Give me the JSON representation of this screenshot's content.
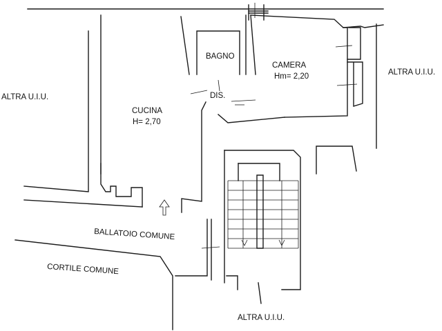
{
  "labels": {
    "altra_left": "ALTRA U.I.U.",
    "altra_right": "ALTRA U.I.U.",
    "altra_bottom": "ALTRA U.I.U.",
    "bagno": "BAGNO",
    "camera": "CAMERA",
    "camera_height": "Hm= 2,20",
    "dis": "DIS.",
    "cucina": "CUCINA",
    "cucina_height": "H= 2,70",
    "ballatoio": "BALLATOIO COMUNE",
    "cortile": "CORTILE COMUNE"
  }
}
